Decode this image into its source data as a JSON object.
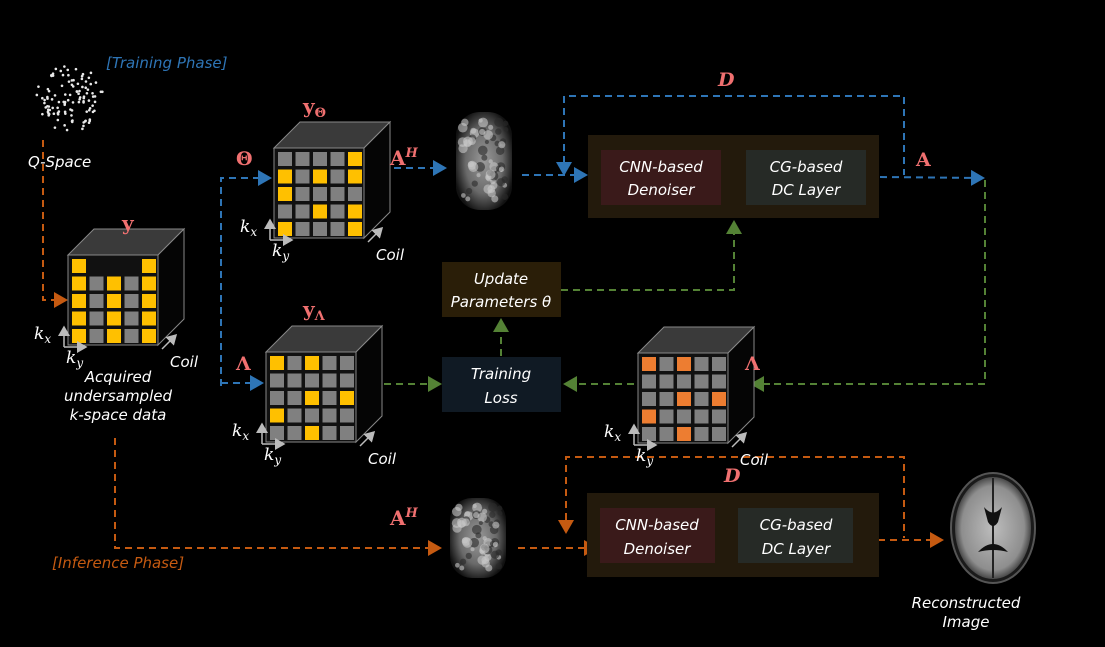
{
  "colors": {
    "background": "#000000",
    "training_flow": "#2e75b6",
    "inference_flow": "#c55a11",
    "loss_flow": "#548235",
    "symbol": "#f07070",
    "mask_full": "#ffc000",
    "mask_orange": "#ed7d31",
    "grid_cell": "#808080",
    "module_bg": "#231a0c",
    "cnn_box": "#3a1a1a",
    "cg_box": "#262a26",
    "update_box": "#2a1e08",
    "loss_box": "#101a24"
  },
  "labels": {
    "training_phase": "[Training Phase]",
    "inference_phase": "[Inference Phase]",
    "q_space": "Q-Space",
    "acquired": [
      "Acquired",
      "undersampled",
      "k-space data"
    ],
    "reconstructed": [
      "Reconstructed",
      "Image"
    ],
    "coil": "Coil",
    "kx": "k",
    "kx_sub": "x",
    "ky": "k",
    "ky_sub": "y"
  },
  "symbols": {
    "y": "y",
    "y_theta": "y",
    "y_theta_sub": "Θ",
    "y_lambda": "y",
    "y_lambda_sub": "Λ",
    "theta": "Θ",
    "lambda": "Λ",
    "A": "A",
    "A_H": "A",
    "H": "H",
    "D": "D"
  },
  "blocks": {
    "cnn": [
      "CNN-based",
      "Denoiser"
    ],
    "cg": [
      "CG-based",
      "DC Layer"
    ],
    "update": [
      "Update",
      "Parameters θ"
    ],
    "loss": [
      "Training",
      "Loss"
    ]
  },
  "masks": {
    "y": [
      "Y...Y",
      "YGYGY",
      "YGYGY",
      "YGYGY",
      "YGYGY"
    ],
    "y_theta": [
      "GGGGY",
      "YGYGY",
      "YGGGG",
      "GGYGY",
      "YGGGY"
    ],
    "y_lambda": [
      "YGYGG",
      "GGGGG",
      "GGYGY",
      "YGGGG",
      "GGYGG"
    ],
    "y_lambda_pred": [
      "OGOGG",
      "GGGGG",
      "GGOGO",
      "OGGGG",
      "GGOGG"
    ]
  }
}
